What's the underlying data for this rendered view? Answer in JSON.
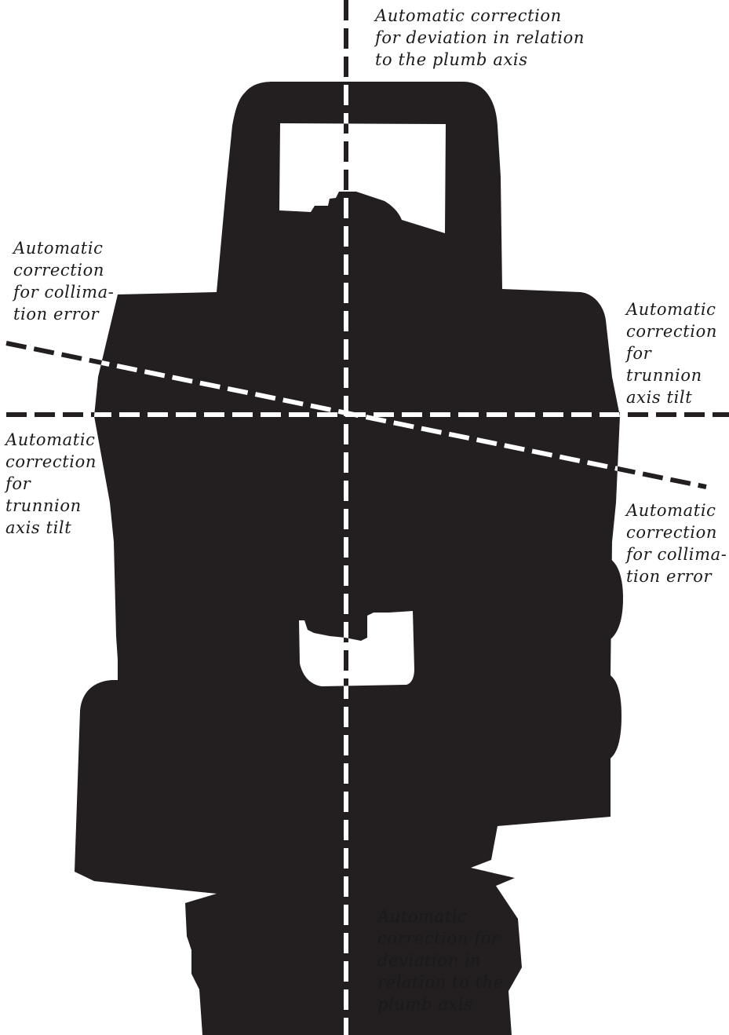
{
  "colors": {
    "silhouette": "#231f20",
    "axis_on_light": "#231f20",
    "axis_on_dark": "#ffffff",
    "label_text": "#1a1a1a",
    "background": "#ffffff"
  },
  "labels": {
    "top": "Automatic correction\nfor deviation in relation\nto the plumb axis",
    "upper_left": "Automatic\ncorrection\nfor collima-\ntion error",
    "upper_right": "Automatic\ncorrection\nfor\ntrunnion\naxis tilt",
    "lower_left": "Automatic\ncorrection\nfor\ntrunnion\naxis tilt",
    "lower_right": "Automatic\ncorrection\nfor collima-\ntion error",
    "bottom": "Automatic\ncorrection for\ndeviation in\nrelation to the\nplumb axis"
  }
}
